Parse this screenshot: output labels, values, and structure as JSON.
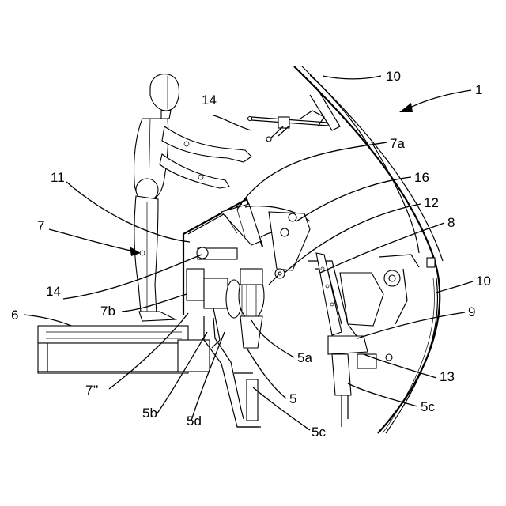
{
  "figure": {
    "labels": [
      {
        "id": "ref-1",
        "text": "1"
      },
      {
        "id": "ref-10-top",
        "text": "10"
      },
      {
        "id": "ref-14-top",
        "text": "14"
      },
      {
        "id": "ref-7a",
        "text": "7a"
      },
      {
        "id": "ref-11",
        "text": "11"
      },
      {
        "id": "ref-16",
        "text": "16"
      },
      {
        "id": "ref-12",
        "text": "12"
      },
      {
        "id": "ref-7",
        "text": "7"
      },
      {
        "id": "ref-8",
        "text": "8"
      },
      {
        "id": "ref-14-left",
        "text": "14"
      },
      {
        "id": "ref-10-right",
        "text": "10"
      },
      {
        "id": "ref-7b",
        "text": "7b"
      },
      {
        "id": "ref-6",
        "text": "6"
      },
      {
        "id": "ref-9",
        "text": "9"
      },
      {
        "id": "ref-5a",
        "text": "5a"
      },
      {
        "id": "ref-13",
        "text": "13"
      },
      {
        "id": "ref-7pp",
        "text": "7’’"
      },
      {
        "id": "ref-5",
        "text": "5"
      },
      {
        "id": "ref-5c-right",
        "text": "5c"
      },
      {
        "id": "ref-5b",
        "text": "5b"
      },
      {
        "id": "ref-5d",
        "text": "5d"
      },
      {
        "id": "ref-5c-bottom",
        "text": "5c"
      }
    ]
  }
}
